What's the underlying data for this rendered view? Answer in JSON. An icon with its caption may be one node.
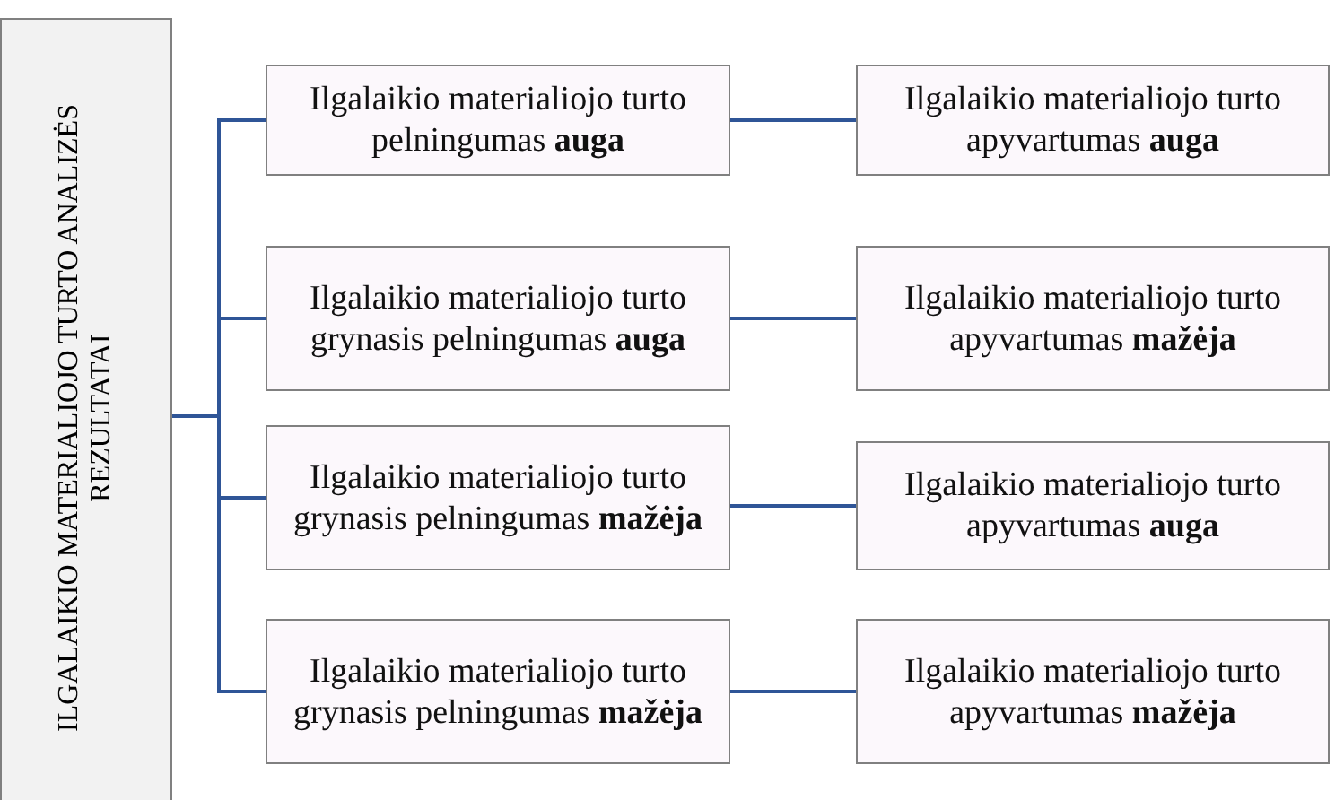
{
  "diagram": {
    "nodes": [
      {
        "text": [
          "ILGALAIKIO MATERIALIOJO TURTO ANALIZĖS REZULTATAI"
        ]
      },
      {
        "text": [
          "Ilgalaikio materialiojo turto pelningumas **auga**"
        ]
      },
      {
        "text": [
          "Ilgalaikio materialiojo turto apyvartumas **auga**"
        ]
      },
      {
        "text": [
          "Ilgalaikio materialiojo turto grynasis pelningumas **auga**"
        ]
      },
      {
        "text": [
          "Ilgalaikio materialiojo turto apyvartumas **mažėja**"
        ]
      },
      {
        "text": [
          "Ilgalaikio materialiojo turto grynasis pelningumas **mažėja**"
        ]
      },
      {
        "text": [
          "Ilgalaikio materialiojo turto apyvartumas **auga**"
        ]
      },
      {
        "text": [
          "Ilgalaikio materialiojo turto grynasis pelningumas **mažėja**"
        ]
      },
      {
        "text": [
          "Ilgalaikio materialiojo turto apyvartumas **mažėja**"
        ]
      }
    ],
    "edges": [
      {
        "from": 0,
        "to": 1,
        "arrow": "none"
      },
      {
        "from": 0,
        "to": 3,
        "arrow": "none"
      },
      {
        "from": 0,
        "to": 5,
        "arrow": "none"
      },
      {
        "from": 0,
        "to": 7,
        "arrow": "none"
      },
      {
        "from": 1,
        "to": 2,
        "arrow": "none"
      },
      {
        "from": 3,
        "to": 4,
        "arrow": "none"
      },
      {
        "from": 5,
        "to": 6,
        "arrow": "none"
      },
      {
        "from": 7,
        "to": 8,
        "arrow": "none"
      }
    ]
  }
}
